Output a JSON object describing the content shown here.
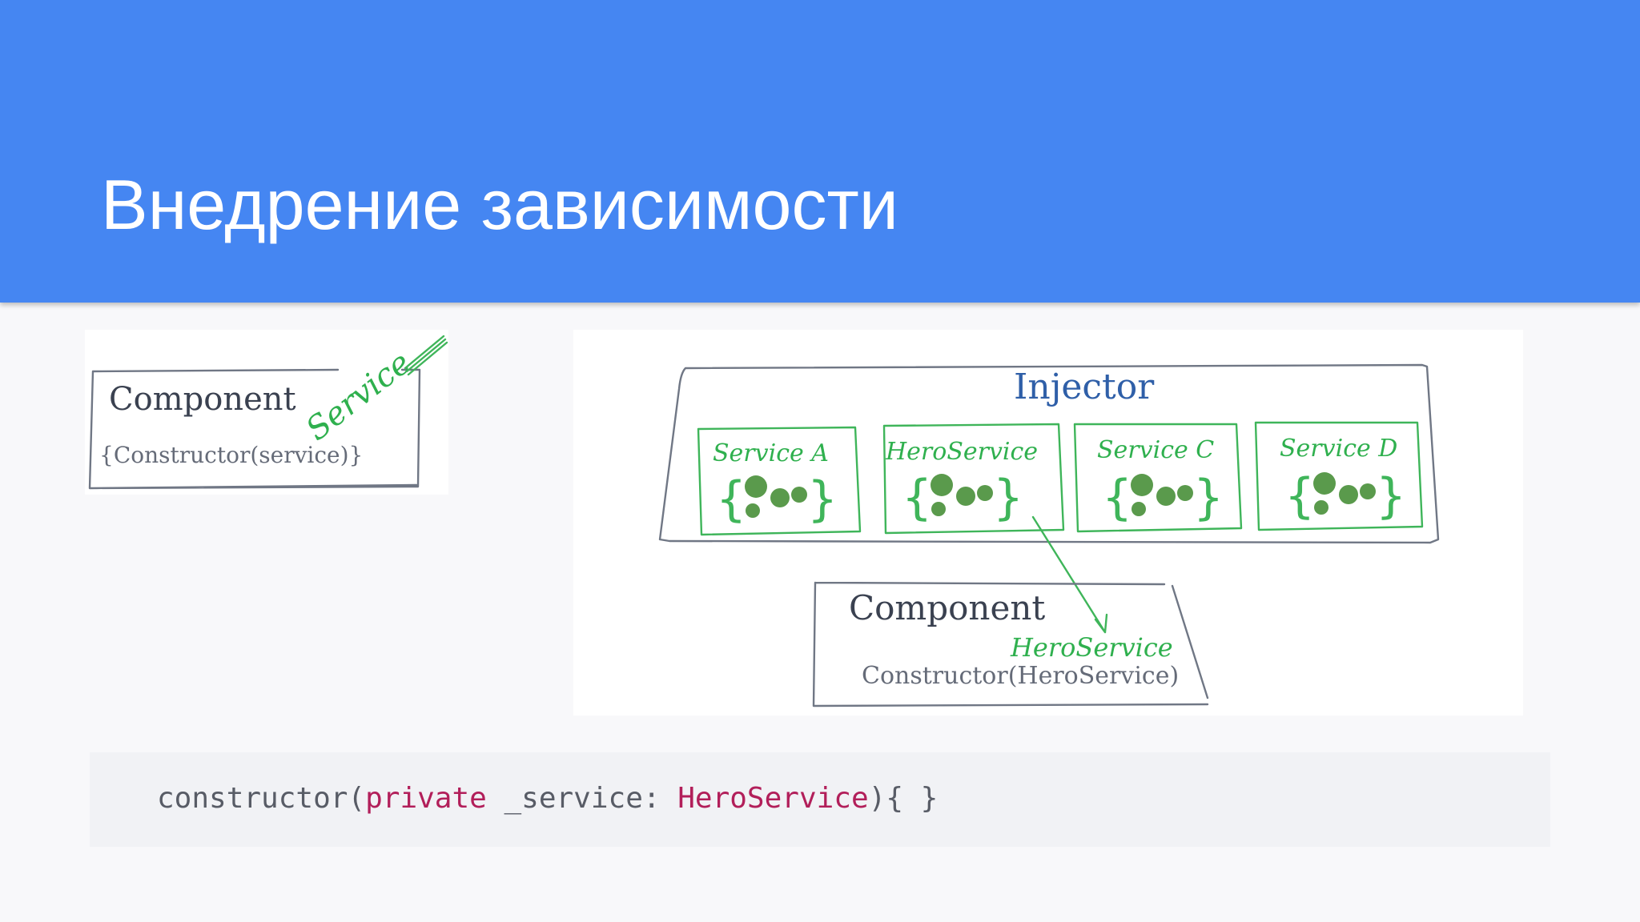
{
  "slide": {
    "title": "Внедрение зависимости"
  },
  "left_diagram": {
    "component_label": "Component",
    "service_label": "Service",
    "constructor_label": "{Constructor(service)}"
  },
  "right_diagram": {
    "injector_label": "Injector",
    "services": [
      {
        "label": "Service A"
      },
      {
        "label": "HeroService"
      },
      {
        "label": "Service C"
      },
      {
        "label": "Service D"
      }
    ],
    "component_label": "Component",
    "injected_label": "HeroService",
    "constructor_label": "Constructor(HeroService)"
  },
  "code": {
    "part1": "constructor(",
    "keyword": "private",
    "part2": " _service: ",
    "type": "HeroService",
    "part3": "){ }"
  },
  "colors": {
    "header": "#4586f2",
    "sketch_green": "#3fb55a",
    "injector_blue": "#2f5fa8",
    "code_keyword": "#b21f5a"
  }
}
